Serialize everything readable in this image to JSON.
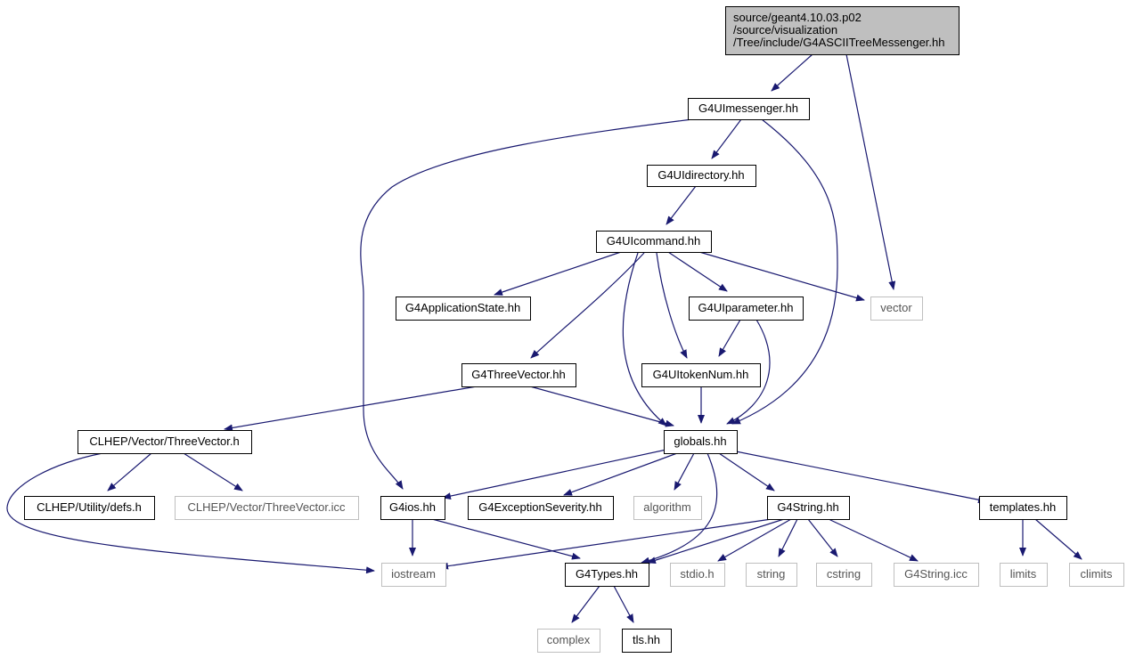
{
  "colors": {
    "edge": "#191970",
    "node_border": "#000000",
    "external_border": "#bfbfbf",
    "root_fill": "#bfbfbf",
    "node_fill": "#ffffff"
  },
  "nodes": [
    {
      "id": "root",
      "lines": [
        "source/geant4.10.03.p02",
        "/source/visualization",
        "/Tree/include/G4ASCIITreeMessenger.hh"
      ],
      "kind": "root"
    },
    {
      "id": "g4uimessenger",
      "lines": [
        "G4UImessenger.hh"
      ],
      "kind": "local"
    },
    {
      "id": "vector",
      "lines": [
        "vector"
      ],
      "kind": "external"
    },
    {
      "id": "g4uidirectory",
      "lines": [
        "G4UIdirectory.hh"
      ],
      "kind": "local"
    },
    {
      "id": "g4uicommand",
      "lines": [
        "G4UIcommand.hh"
      ],
      "kind": "local"
    },
    {
      "id": "g4applicationstate",
      "lines": [
        "G4ApplicationState.hh"
      ],
      "kind": "local"
    },
    {
      "id": "g4uiparameter",
      "lines": [
        "G4UIparameter.hh"
      ],
      "kind": "local"
    },
    {
      "id": "g4threevector",
      "lines": [
        "G4ThreeVector.hh"
      ],
      "kind": "local"
    },
    {
      "id": "g4uitokennum",
      "lines": [
        "G4UItokenNum.hh"
      ],
      "kind": "local"
    },
    {
      "id": "clhep_threevector_h",
      "lines": [
        "CLHEP/Vector/ThreeVector.h"
      ],
      "kind": "local"
    },
    {
      "id": "globals",
      "lines": [
        "globals.hh"
      ],
      "kind": "local"
    },
    {
      "id": "clhep_defs",
      "lines": [
        "CLHEP/Utility/defs.h"
      ],
      "kind": "local"
    },
    {
      "id": "clhep_threevector_icc",
      "lines": [
        "CLHEP/Vector/ThreeVector.icc"
      ],
      "kind": "external"
    },
    {
      "id": "g4ios",
      "lines": [
        "G4ios.hh"
      ],
      "kind": "local"
    },
    {
      "id": "g4exceptionseverity",
      "lines": [
        "G4ExceptionSeverity.hh"
      ],
      "kind": "local"
    },
    {
      "id": "algorithm",
      "lines": [
        "algorithm"
      ],
      "kind": "external"
    },
    {
      "id": "g4string",
      "lines": [
        "G4String.hh"
      ],
      "kind": "local"
    },
    {
      "id": "templates",
      "lines": [
        "templates.hh"
      ],
      "kind": "local"
    },
    {
      "id": "iostream",
      "lines": [
        "iostream"
      ],
      "kind": "external"
    },
    {
      "id": "g4types",
      "lines": [
        "G4Types.hh"
      ],
      "kind": "local"
    },
    {
      "id": "stdio",
      "lines": [
        "stdio.h"
      ],
      "kind": "external"
    },
    {
      "id": "string",
      "lines": [
        "string"
      ],
      "kind": "external"
    },
    {
      "id": "cstring",
      "lines": [
        "cstring"
      ],
      "kind": "external"
    },
    {
      "id": "g4string_icc",
      "lines": [
        "G4String.icc"
      ],
      "kind": "external"
    },
    {
      "id": "limits",
      "lines": [
        "limits"
      ],
      "kind": "external"
    },
    {
      "id": "climits",
      "lines": [
        "climits"
      ],
      "kind": "external"
    },
    {
      "id": "complex",
      "lines": [
        "complex"
      ],
      "kind": "external"
    },
    {
      "id": "tls",
      "lines": [
        "tls.hh"
      ],
      "kind": "local"
    }
  ],
  "edges": [
    {
      "from": "root",
      "to": "g4uimessenger"
    },
    {
      "from": "root",
      "to": "vector"
    },
    {
      "from": "g4uimessenger",
      "to": "g4uidirectory"
    },
    {
      "from": "g4uimessenger",
      "to": "globals"
    },
    {
      "from": "g4uimessenger",
      "to": "g4ios"
    },
    {
      "from": "g4uidirectory",
      "to": "g4uicommand"
    },
    {
      "from": "g4uicommand",
      "to": "g4applicationstate"
    },
    {
      "from": "g4uicommand",
      "to": "g4uiparameter"
    },
    {
      "from": "g4uicommand",
      "to": "vector"
    },
    {
      "from": "g4uicommand",
      "to": "g4threevector"
    },
    {
      "from": "g4uicommand",
      "to": "g4uitokennum"
    },
    {
      "from": "g4uicommand",
      "to": "globals"
    },
    {
      "from": "g4uiparameter",
      "to": "g4uitokennum"
    },
    {
      "from": "g4uiparameter",
      "to": "globals"
    },
    {
      "from": "g4uitokennum",
      "to": "globals"
    },
    {
      "from": "g4threevector",
      "to": "clhep_threevector_h"
    },
    {
      "from": "g4threevector",
      "to": "globals"
    },
    {
      "from": "clhep_threevector_h",
      "to": "clhep_defs"
    },
    {
      "from": "clhep_threevector_h",
      "to": "clhep_threevector_icc"
    },
    {
      "from": "clhep_threevector_h",
      "to": "iostream"
    },
    {
      "from": "globals",
      "to": "g4ios"
    },
    {
      "from": "globals",
      "to": "g4exceptionseverity"
    },
    {
      "from": "globals",
      "to": "algorithm"
    },
    {
      "from": "globals",
      "to": "g4string"
    },
    {
      "from": "globals",
      "to": "templates"
    },
    {
      "from": "globals",
      "to": "g4types"
    },
    {
      "from": "g4ios",
      "to": "iostream"
    },
    {
      "from": "g4ios",
      "to": "g4types"
    },
    {
      "from": "g4string",
      "to": "iostream"
    },
    {
      "from": "g4string",
      "to": "g4types"
    },
    {
      "from": "g4string",
      "to": "stdio"
    },
    {
      "from": "g4string",
      "to": "string"
    },
    {
      "from": "g4string",
      "to": "cstring"
    },
    {
      "from": "g4string",
      "to": "g4string_icc"
    },
    {
      "from": "templates",
      "to": "limits"
    },
    {
      "from": "templates",
      "to": "climits"
    },
    {
      "from": "g4types",
      "to": "complex"
    },
    {
      "from": "g4types",
      "to": "tls"
    }
  ]
}
